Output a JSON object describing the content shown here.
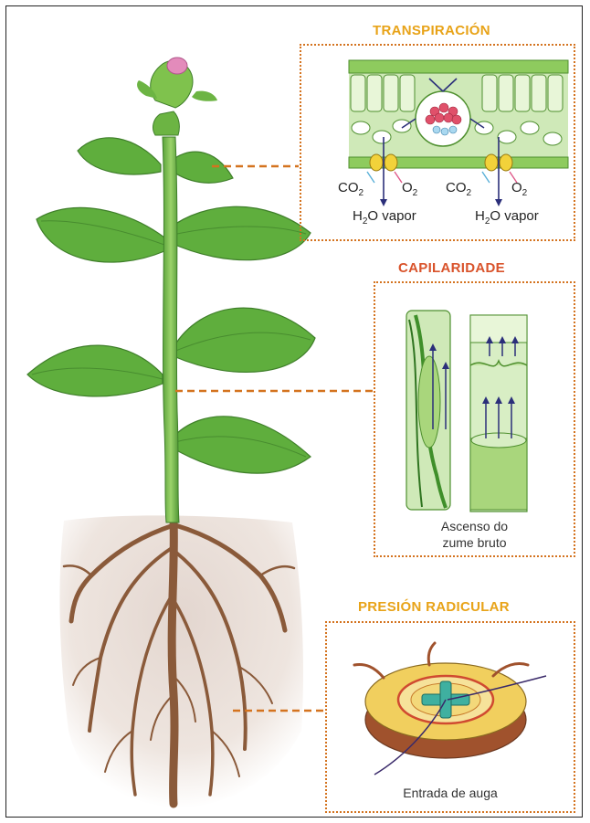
{
  "colors": {
    "title_yellow": "#e8a318",
    "title_orange": "#d9532b",
    "panel_border": "#d4731f",
    "stem_green": "#7cc24a",
    "leaf_green": "#5fae3d",
    "root_brown": "#8a5a3a",
    "soil": "#e9dfd9",
    "arrow_navy": "#2b2f7a"
  },
  "panels": {
    "transpiration": {
      "title": "TRANSPIRACIÓN",
      "co2_left": "CO",
      "co2_sub": "2",
      "o2_left": "O",
      "o2_sub": "2",
      "co2_right": "CO",
      "o2_right": "O",
      "h2o_left_a": "H",
      "h2o_sub": "2",
      "h2o_left_b": "O vapor",
      "h2o_right_a": "H",
      "h2o_right_b": "O vapor"
    },
    "capillarity": {
      "title": "CAPILARIDADE",
      "caption_line1": "Ascenso do",
      "caption_line2": "zume bruto"
    },
    "root_pressure": {
      "title": "PRESIÓN RADICULAR",
      "caption": "Entrada de auga"
    }
  },
  "icons": [
    "plant-illustration",
    "leaf-cross-section",
    "xylem-vessels",
    "root-cross-section"
  ]
}
